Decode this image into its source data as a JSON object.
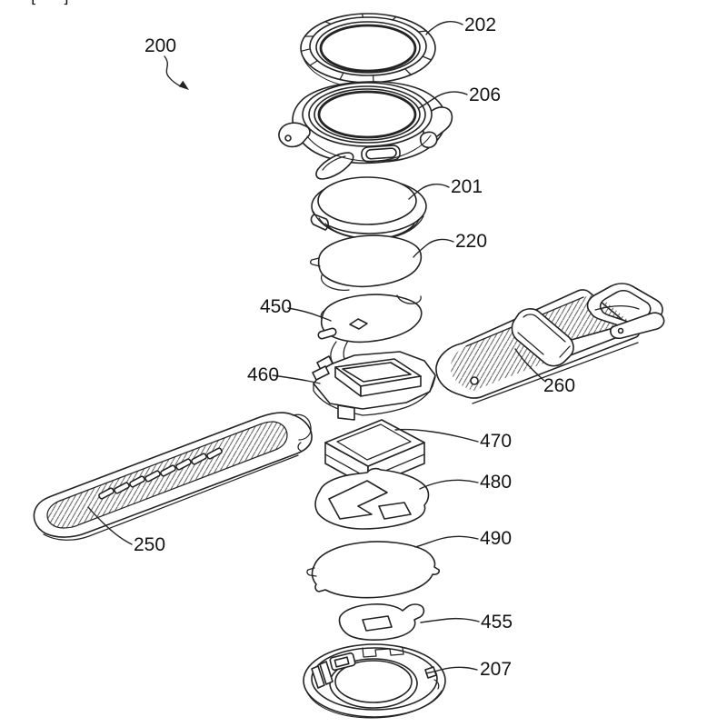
{
  "page": {
    "background": "#ffffff",
    "ink": "#232323",
    "hatch_color": "#4d4d4d"
  },
  "margin_fragment": {
    "left_bracket": "[",
    "right_bracket": "]"
  },
  "figure": {
    "assembly_ref": "200",
    "parts": {
      "bezel_ring": {
        "ref": "202"
      },
      "watch_case": {
        "ref": "206"
      },
      "display_window": {
        "ref": "201"
      },
      "display_panel": {
        "ref": "220"
      },
      "upper_flex_member": {
        "ref": "450"
      },
      "support_bracket": {
        "ref": "460"
      },
      "right_strap": {
        "ref": "260"
      },
      "battery_module": {
        "ref": "470"
      },
      "mid_plate": {
        "ref": "480"
      },
      "left_strap": {
        "ref": "250"
      },
      "sealing_sheet": {
        "ref": "490"
      },
      "lower_flex_member": {
        "ref": "455"
      },
      "back_cover": {
        "ref": "207"
      }
    }
  }
}
